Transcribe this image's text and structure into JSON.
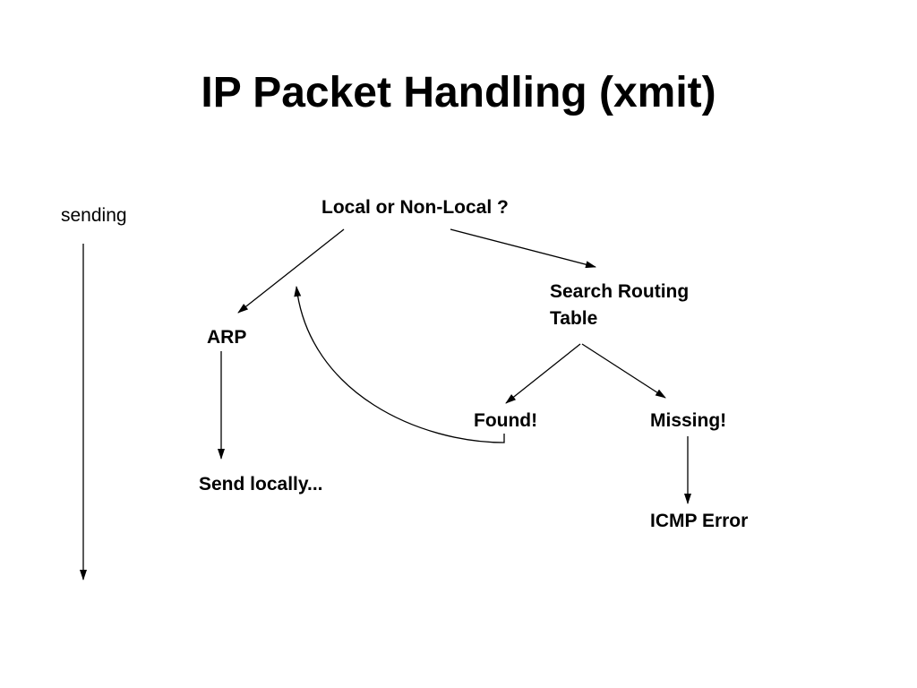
{
  "slide": {
    "title": "IP Packet Handling (xmit)"
  },
  "diagram": {
    "side_label": "sending",
    "nodes": {
      "decision": "Local or Non-Local ?",
      "arp": "ARP",
      "search_routing": "Search Routing\nTable",
      "found": "Found!",
      "missing": "Missing!",
      "send_locally": "Send locally...",
      "icmp_error": "ICMP Error"
    }
  }
}
